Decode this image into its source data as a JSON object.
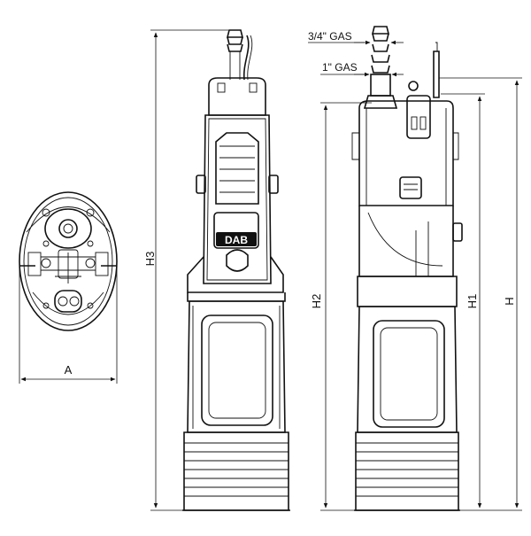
{
  "dimensions": {
    "A": "A",
    "H3": "H3",
    "H2": "H2",
    "H1": "H1",
    "H": "H"
  },
  "connections": {
    "upper": "3/4\" GAS",
    "lower": "1\" GAS"
  },
  "brand_logo": "DAB",
  "colors": {
    "line": "#111111",
    "background": "#ffffff"
  }
}
